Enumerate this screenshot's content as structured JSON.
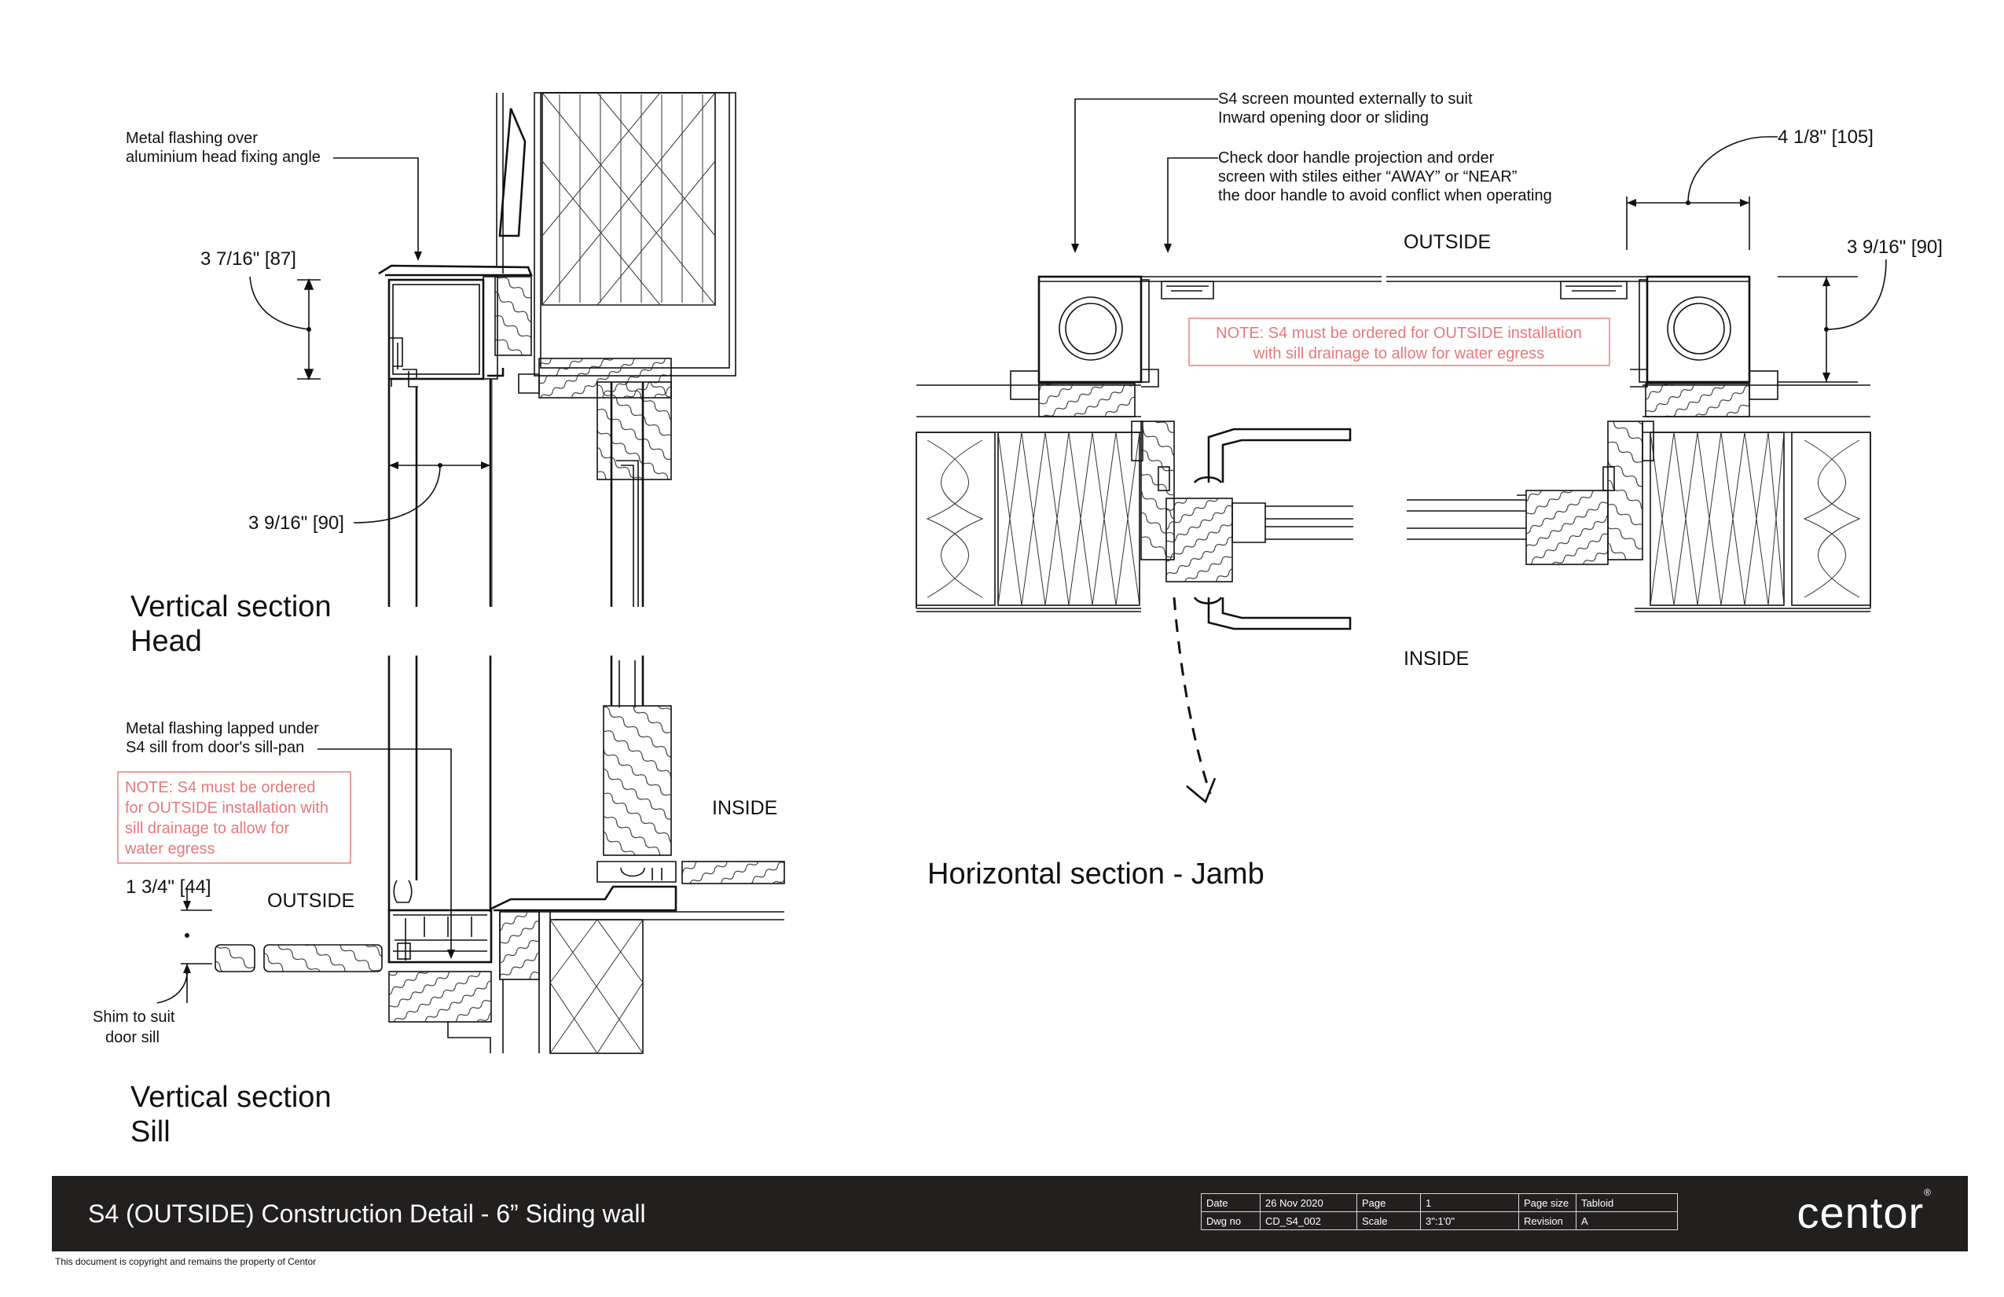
{
  "head_section": {
    "annotation_flashing": [
      "Metal flashing over",
      "aluminium head fixing angle"
    ],
    "dim_height": "3 7/16\" [87]",
    "dim_width": "3 9/16\" [90]",
    "title_line1": "Vertical section",
    "title_line2": "Head"
  },
  "sill_section": {
    "annotation_flashing": [
      "Metal flashing lapped under",
      "S4 sill from door's sill-pan"
    ],
    "note": [
      "NOTE: S4 must be ordered",
      "for OUTSIDE installation with",
      "sill drainage to allow for",
      "water egress"
    ],
    "label_inside": "INSIDE",
    "label_outside": "OUTSIDE",
    "dim_height": "1 3/4\" [44]",
    "annotation_shim": [
      "Shim to suit",
      "door sill"
    ],
    "title_line1": "Vertical section",
    "title_line2": "Sill"
  },
  "jamb_section": {
    "annotation_screen": [
      "S4 screen mounted externally to suit",
      "Inward opening door or sliding"
    ],
    "annotation_handle": [
      "Check door handle projection and order",
      "screen with stiles either “AWAY” or “NEAR”",
      "the door handle to avoid conflict when operating"
    ],
    "dim_projection": "4 1/8\" [105]",
    "dim_depth": "3 9/16\" [90]",
    "label_outside": "OUTSIDE",
    "label_inside": "INSIDE",
    "note": [
      "NOTE: S4 must be ordered for OUTSIDE installation",
      "with sill drainage to allow for water egress"
    ],
    "title": "Horizontal section - Jamb"
  },
  "title_block": {
    "drawing_title": "S4 (OUTSIDE) Construction Detail - 6” Siding wall",
    "fields": {
      "date_label": "Date",
      "date": "26 Nov 2020",
      "page_label": "Page",
      "page": "1",
      "page_size_label": "Page size",
      "page_size": "Tabloid",
      "dwg_no_label": "Dwg no",
      "dwg_no": "CD_S4_002",
      "scale_label": "Scale",
      "scale": "3\":1'0\"",
      "revision_label": "Revision",
      "revision": "A"
    },
    "logo_text": "centor",
    "logo_mark": "®"
  },
  "copyright": "This document is copyright and remains the property of Centor"
}
